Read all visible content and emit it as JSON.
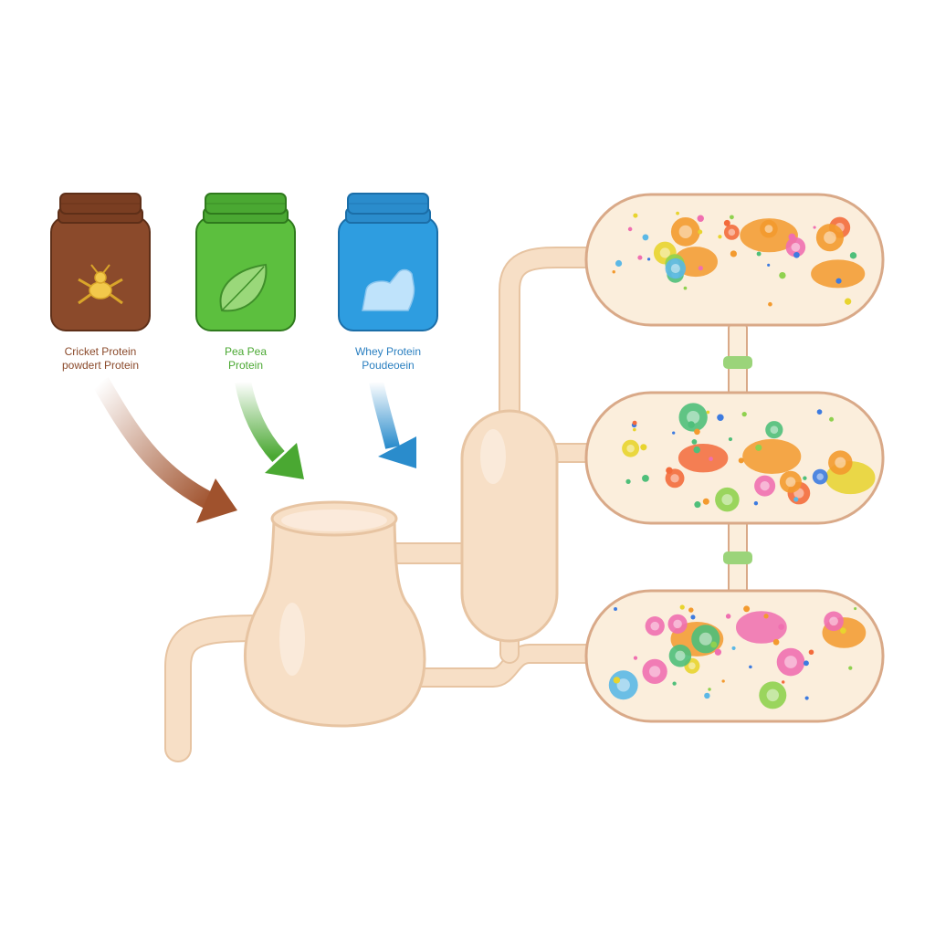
{
  "jars": [
    {
      "id": "cricket",
      "line1": "Cricket Protein",
      "line2": "powdert Protein",
      "icon": "cricket-icon",
      "color": "#8b4a2b",
      "lid_color": "#7a3e22",
      "label_color": "#8b4a2b"
    },
    {
      "id": "pea",
      "line1": "Pea Pea",
      "line2": "Protein",
      "icon": "pea-leaf-icon",
      "color": "#5cbf3e",
      "lid_color": "#4aa832",
      "label_color": "#4aa832"
    },
    {
      "id": "whey",
      "line1": "Whey Protein",
      "line2": "Poudeoein",
      "icon": "cow-icon",
      "color": "#2e9de0",
      "lid_color": "#2a8ccc",
      "label_color": "#2a7fc0"
    }
  ],
  "colors": {
    "tube_fill": "#f7dfc6",
    "tube_stroke": "#e7c4a2",
    "capsule_fill": "#fbeedc",
    "capsule_stroke": "#d9a988",
    "connector": "#9bd47a"
  }
}
